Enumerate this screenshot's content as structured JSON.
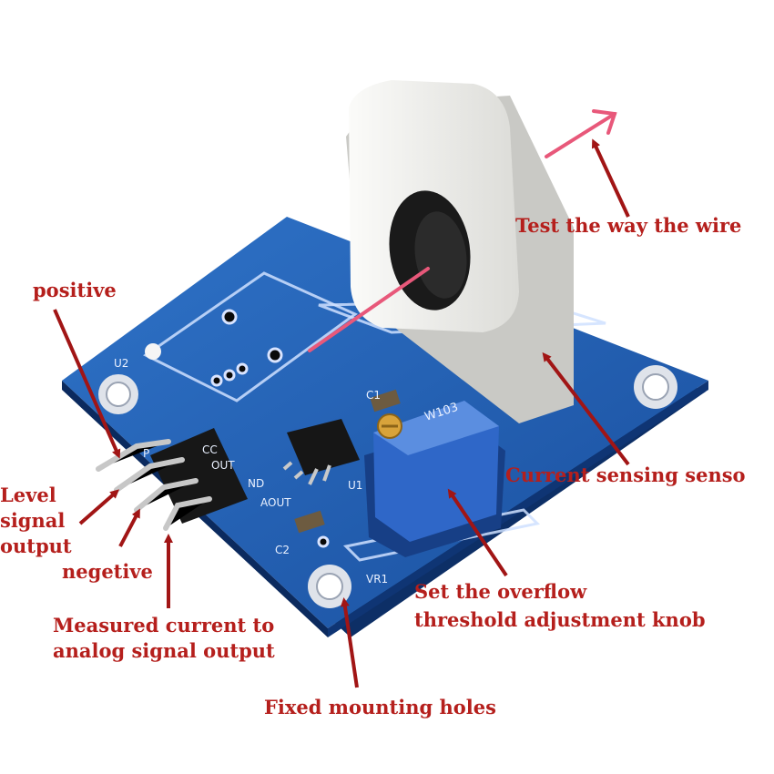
{
  "colors": {
    "annotation": "#b51f1c",
    "arrow": "#a11515",
    "pcb": "#1f5fb2",
    "pcb_dark": "#123f85",
    "sensor_body": "#f1f1ee",
    "trimmer": "#2f67c8",
    "wire_arrow": "#e8587a"
  },
  "annotations": {
    "wire": "Test the way the wire",
    "positive": "positive",
    "level": "Level",
    "signal": "signal",
    "output": "output",
    "negative": "negetive",
    "measured_1": "Measured current to",
    "measured_2": "analog signal output",
    "sensor": "Current sensing senso",
    "threshold_1": "Set the overflow",
    "threshold_2": "threshold adjustment knob",
    "holes": "Fixed mounting holes"
  },
  "silkscreen": {
    "u2": "U2",
    "c1": "C1",
    "c2": "C2",
    "u1": "U1",
    "vr1": "VR1",
    "vcc": "CC",
    "dout": "OUT",
    "gnd": "ND",
    "aout": "AOUT",
    "p": "P",
    "trimmer_code": "W103"
  }
}
